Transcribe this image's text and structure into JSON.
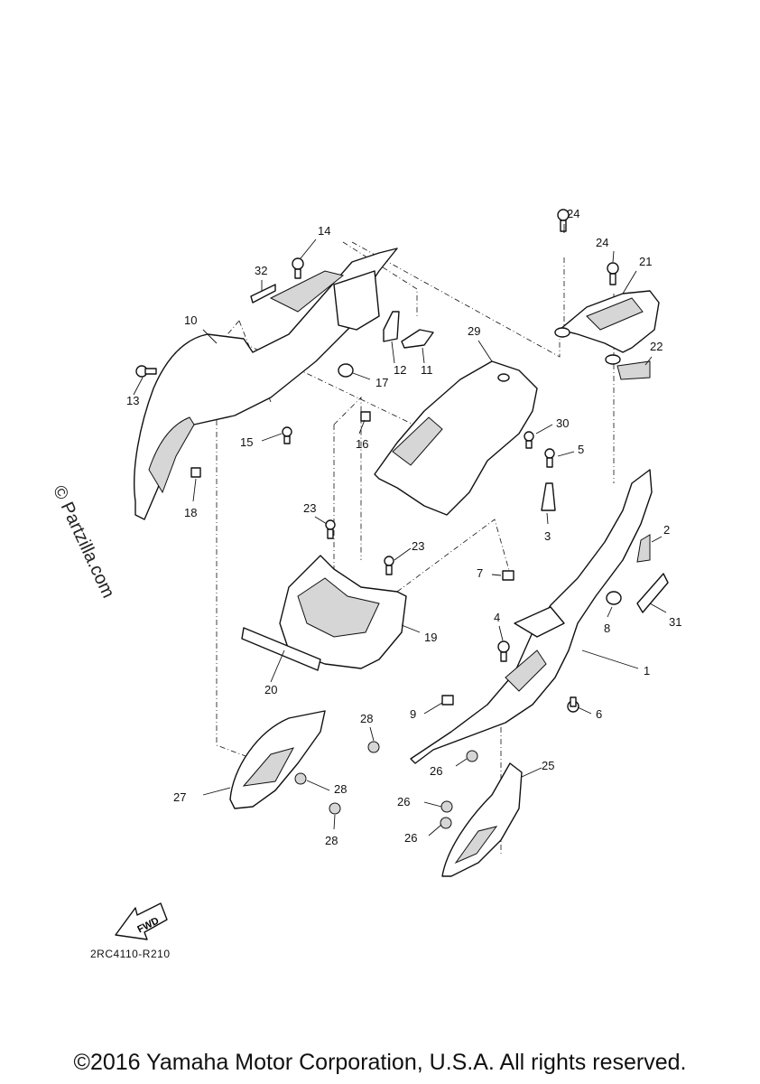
{
  "watermark": "© Partzilla.com",
  "fwd_label": "FWD",
  "diagram_code": "2RC4110-R210",
  "copyright": "©2016 Yamaha Motor Corporation, U.S.A. All rights reserved.",
  "callouts": {
    "c1": "1",
    "c2": "2",
    "c3": "3",
    "c4": "4",
    "c5": "5",
    "c6": "6",
    "c7": "7",
    "c8": "8",
    "c9": "9",
    "c10": "10",
    "c11": "11",
    "c12": "12",
    "c13": "13",
    "c14": "14",
    "c15": "15",
    "c16": "16",
    "c17": "17",
    "c18": "18",
    "c19": "19",
    "c20": "20",
    "c21": "21",
    "c22": "22",
    "c23a": "23",
    "c23b": "23",
    "c24a": "24",
    "c24b": "24",
    "c25": "25",
    "c26a": "26",
    "c26b": "26",
    "c26c": "26",
    "c27": "27",
    "c28a": "28",
    "c28b": "28",
    "c28c": "28",
    "c29": "29",
    "c30": "30",
    "c31": "31",
    "c32": "32"
  }
}
